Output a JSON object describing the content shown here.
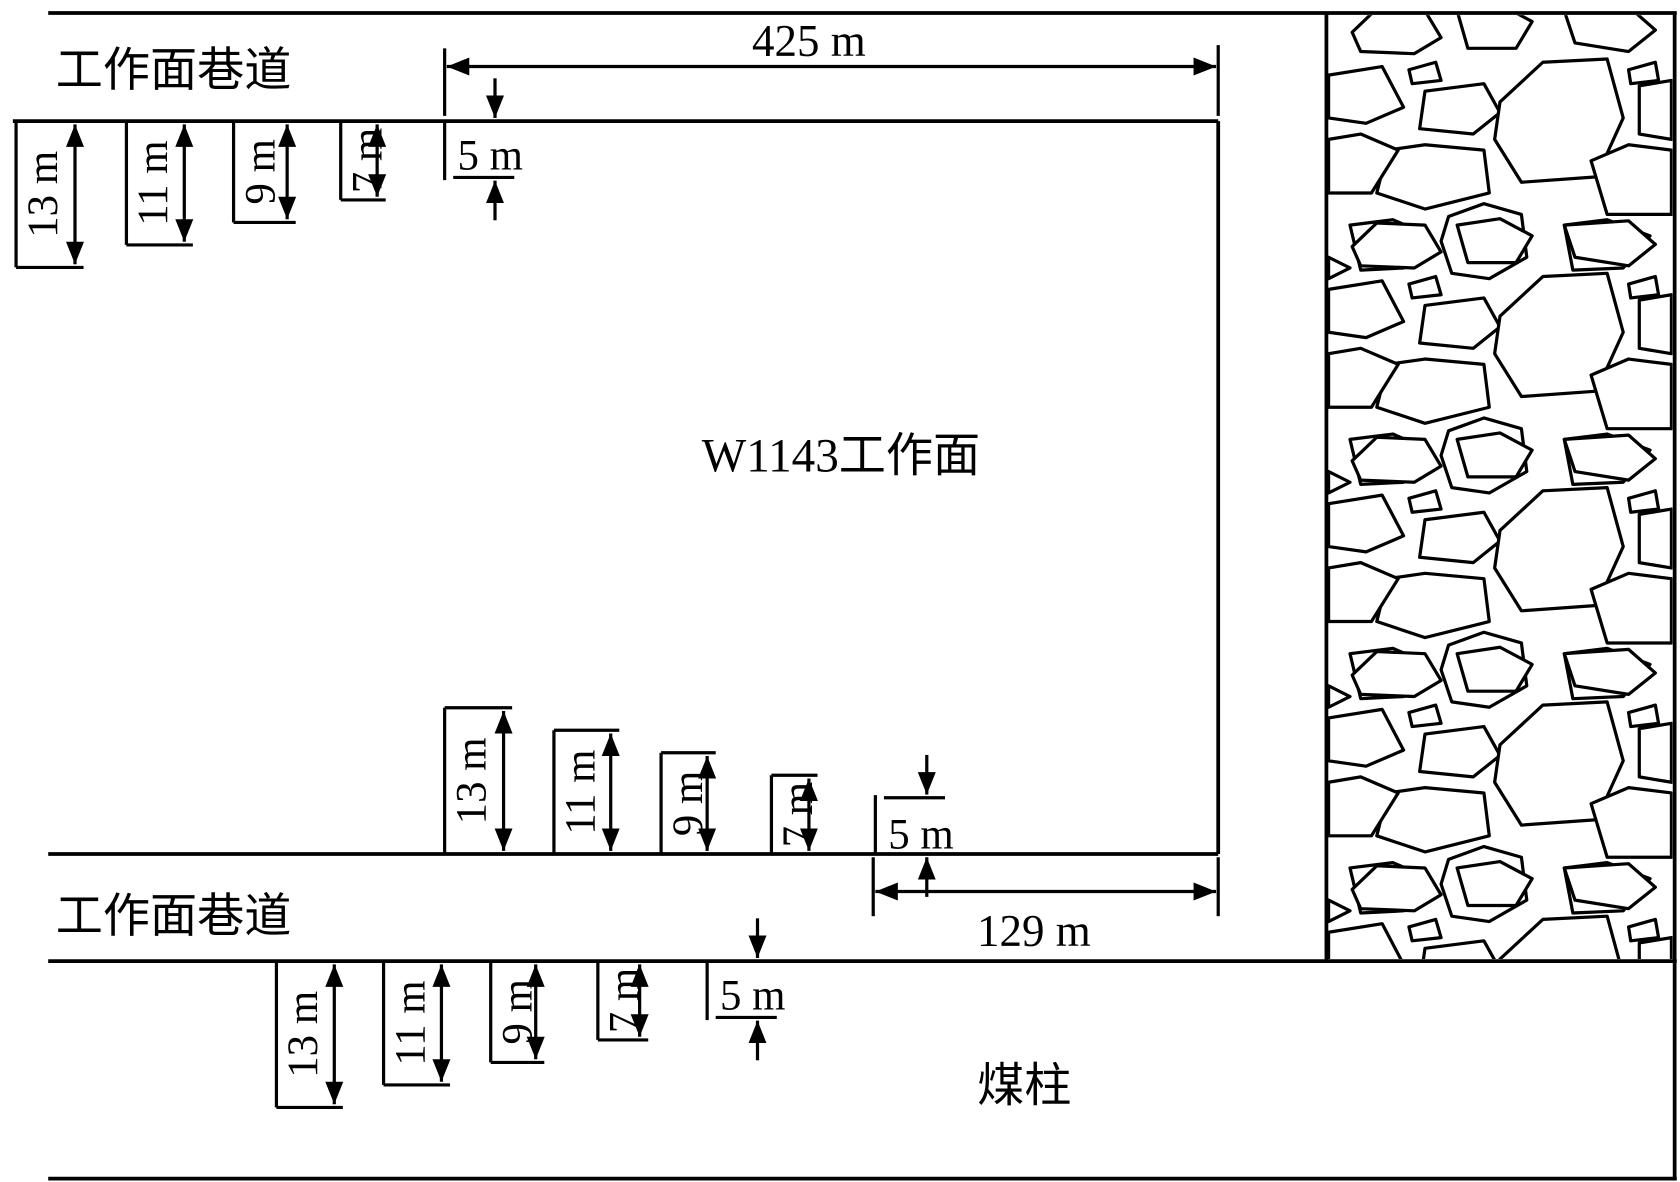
{
  "labels": {
    "roadway_upper": "工作面巷道",
    "roadway_lower": "工作面巷道",
    "face": "W1143工作面",
    "pillar": "煤柱",
    "length_total": "425 m",
    "length_partial": "129 m"
  },
  "support_groups": [
    {
      "name": "upper-roadway",
      "items": [
        "13 m",
        "11 m",
        "9 m",
        "7 m",
        "5 m"
      ]
    },
    {
      "name": "face-bottom",
      "items": [
        "13 m",
        "11 m",
        "9 m",
        "7 m",
        "5 m"
      ]
    },
    {
      "name": "lower-roadway",
      "items": [
        "13 m",
        "11 m",
        "9 m",
        "7 m",
        "5 m"
      ]
    }
  ],
  "colors": {
    "line": "#000000",
    "background": "#ffffff"
  }
}
